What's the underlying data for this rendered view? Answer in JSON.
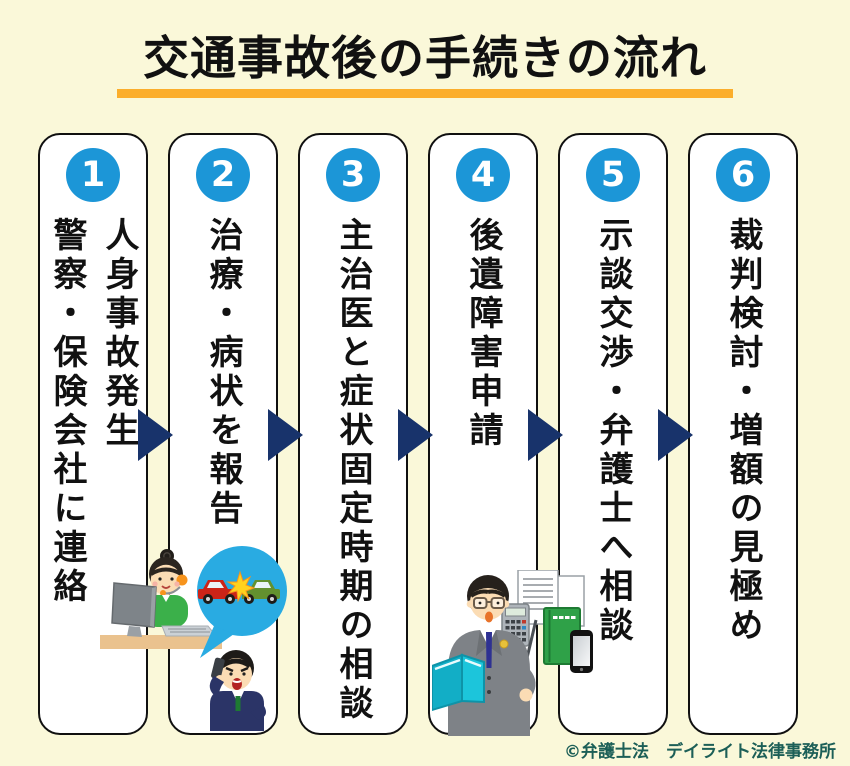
{
  "title": "交通事故後の手続きの流れ",
  "steps": [
    {
      "number": "1",
      "label": "人身事故発生\n警察・保険会社に連絡"
    },
    {
      "number": "2",
      "label": "治療・病状を報告"
    },
    {
      "number": "3",
      "label": "主治医と症状固定時期の相談"
    },
    {
      "number": "4",
      "label": "後遺障害申請"
    },
    {
      "number": "5",
      "label": "示談交渉・弁護士へ相談"
    },
    {
      "number": "6",
      "label": "裁判検討・増額の見極め"
    }
  ],
  "footer": {
    "copyright": "©弁護士法　デイライト法律事務所"
  },
  "colors": {
    "background": "#FAF8D9",
    "card_background": "#FFFFFF",
    "card_border": "#101010",
    "step_circle": "#1C96D7",
    "step_circle_number": "#FFFFFF",
    "flow_arrow": "#18336B",
    "title_text": "#111111",
    "title_underline": "#FBAE2C",
    "step_text": "#111111",
    "copyright_text": "#1C5F57"
  },
  "illustrations": [
    "operator-at-computer-illustration",
    "man-reporting-accident-by-phone-illustration",
    "lawyer-with-documents-illustration"
  ]
}
